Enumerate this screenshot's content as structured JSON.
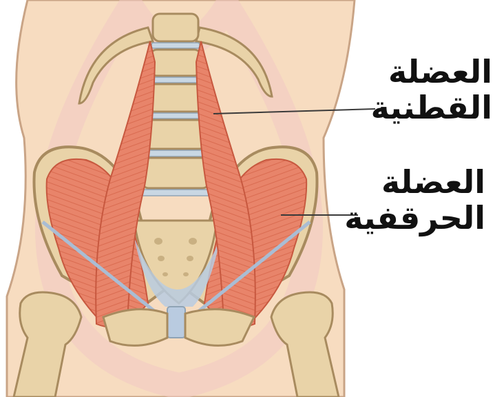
{
  "labels": {
    "psoas": {
      "line1": "العضلة",
      "line2": "القطنية"
    },
    "iliacus": {
      "line1": "العضلة",
      "line2": "الحرقفية"
    }
  },
  "colors": {
    "skin": "#f7dcc0",
    "skin_outline": "#c9a486",
    "bone": "#e9d3a8",
    "bone_outline": "#a88b5f",
    "disc": "#c9d7e3",
    "muscle": "#e8846a",
    "muscle_stripe": "#d96b50",
    "ligament": "#b9cbe0",
    "leader_line": "#3a3a3a",
    "watermark": "#f3c9c2"
  }
}
